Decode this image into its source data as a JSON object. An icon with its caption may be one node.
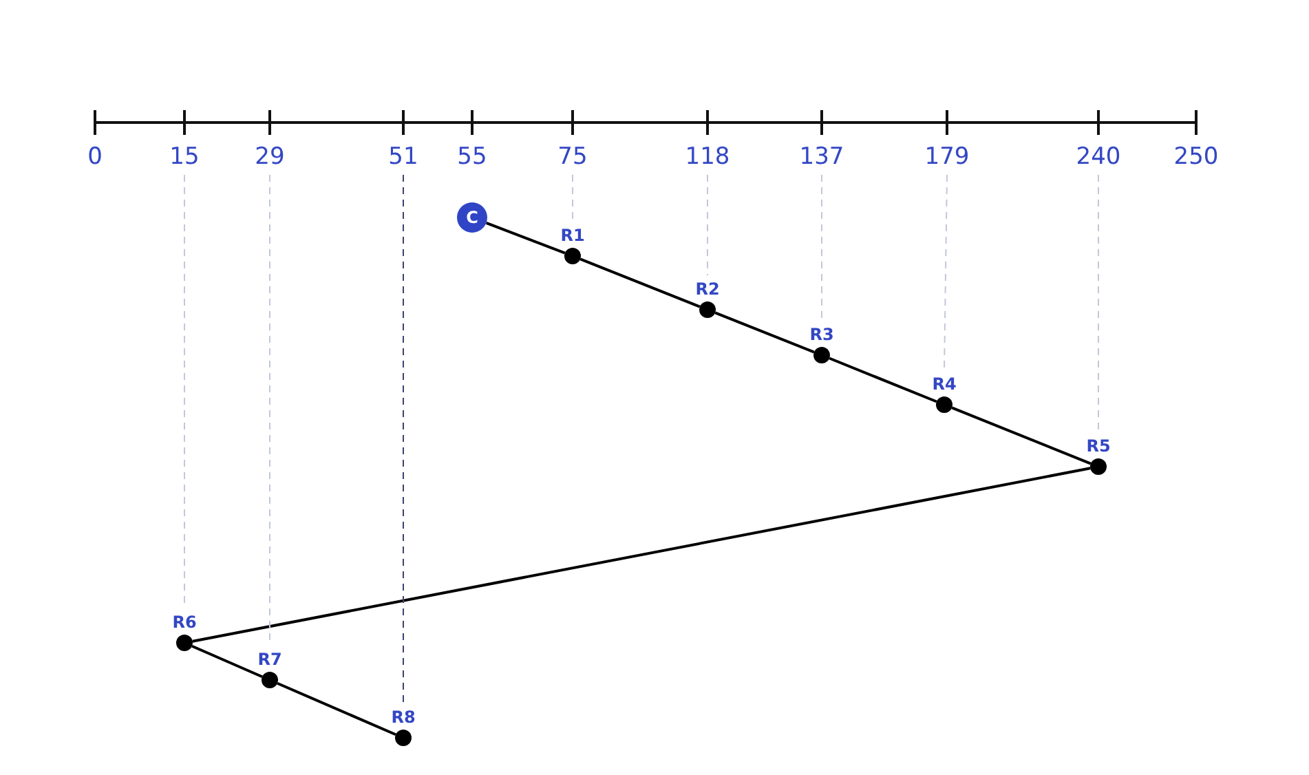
{
  "diagram": {
    "nodes": [
      {
        "text": [
          "15"
        ]
      },
      {
        "text": [
          "29"
        ]
      },
      {
        "text": [
          "51"
        ]
      },
      {
        "text": [
          "75"
        ]
      },
      {
        "text": [
          "118"
        ]
      },
      {
        "text": [
          "137"
        ]
      },
      {
        "text": [
          "179"
        ]
      },
      {
        "text": [
          "240"
        ]
      },
      {
        "text": [
          "C"
        ]
      },
      {
        "text": [
          "R1"
        ]
      },
      {
        "text": [
          "R2"
        ]
      },
      {
        "text": [
          "R3"
        ]
      },
      {
        "text": [
          "R4"
        ]
      },
      {
        "text": [
          "R5"
        ]
      },
      {
        "text": [
          "R6"
        ]
      },
      {
        "text": [
          "R7"
        ]
      },
      {
        "text": [
          "R8"
        ]
      }
    ],
    "edges": [
      {
        "from": 8,
        "to": 9,
        "arrow": "none"
      },
      {
        "from": 9,
        "to": 10,
        "arrow": "none"
      },
      {
        "from": 10,
        "to": 11,
        "arrow": "none"
      },
      {
        "from": 11,
        "to": 12,
        "arrow": "none"
      },
      {
        "from": 12,
        "to": 13,
        "arrow": "none"
      },
      {
        "from": 13,
        "to": 14,
        "arrow": "none"
      },
      {
        "from": 14,
        "to": 15,
        "arrow": "none"
      },
      {
        "from": 15,
        "to": 16,
        "arrow": "none"
      },
      {
        "from": 0,
        "to": 14,
        "arrow": "none",
        "style": "dashed",
        "color": "#c3c7da"
      },
      {
        "from": 1,
        "to": 15,
        "arrow": "none",
        "style": "dashed",
        "color": "#c3c7da"
      },
      {
        "from": 2,
        "to": 16,
        "arrow": "none",
        "style": "dashed",
        "color": "#3d4270"
      },
      {
        "from": 3,
        "to": 9,
        "arrow": "none",
        "style": "dashed",
        "color": "#c3c7da"
      },
      {
        "from": 4,
        "to": 10,
        "arrow": "none",
        "style": "dashed",
        "color": "#c3c7da"
      },
      {
        "from": 5,
        "to": 11,
        "arrow": "none",
        "style": "dashed",
        "color": "#c3c7da"
      },
      {
        "from": 6,
        "to": 12,
        "arrow": "none",
        "style": "dashed",
        "color": "#c3c7da"
      },
      {
        "from": 7,
        "to": 13,
        "arrow": "none",
        "style": "dashed",
        "color": "#c3c7da"
      }
    ],
    "labels": [
      "0",
      "55",
      "250"
    ]
  }
}
